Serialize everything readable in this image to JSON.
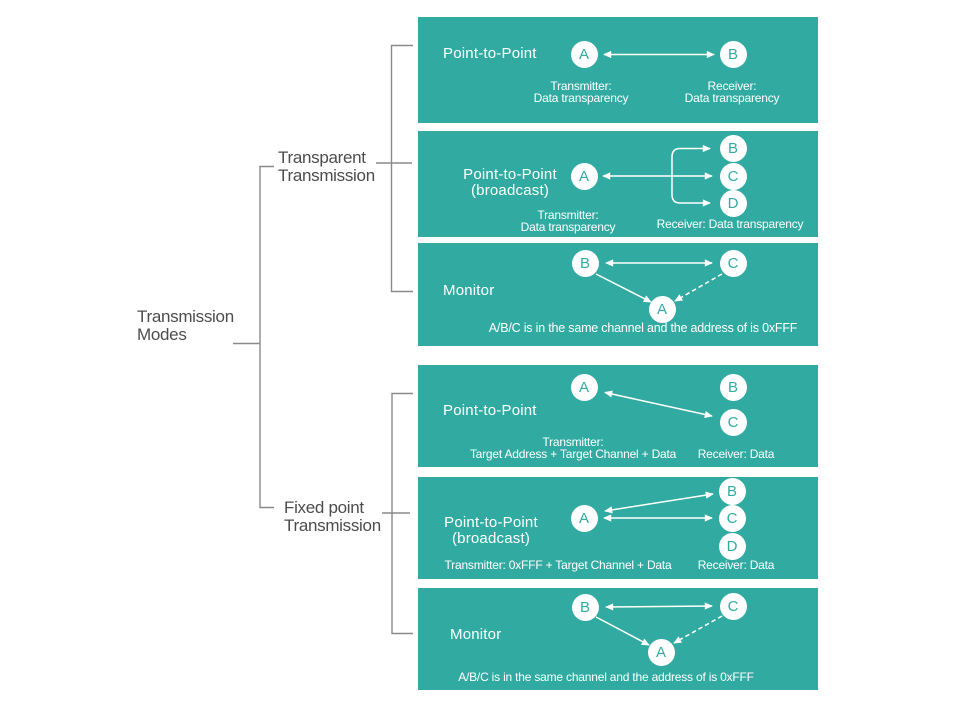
{
  "colors": {
    "panel_teal": "#31aba1",
    "tree_line": "#8a8a8a",
    "label_text": "#4c4c4c",
    "panel_text": "#ffffff"
  },
  "tree": {
    "root_label": "Transmission Modes",
    "branch_top_label": "Transparent Transmission",
    "branch_bottom_label": "Fixed point Transmission"
  },
  "panels": [
    {
      "title": "Point-to-Point",
      "nodes": [
        "A",
        "B"
      ],
      "tx_line1": "Transmitter:",
      "tx_line2": "Data transparency",
      "rx_line1": "Receiver:",
      "rx_line2": "Data transparency"
    },
    {
      "title": "Point-to-Point",
      "subtitle": "(broadcast)",
      "nodes": [
        "A",
        "B",
        "C",
        "D"
      ],
      "tx_line1": "Transmitter:",
      "tx_line2": "Data transparency",
      "rx": "Receiver: Data transparency"
    },
    {
      "title": "Monitor",
      "nodes": [
        "B",
        "C",
        "A"
      ],
      "note": "A/B/C is in the same channel and the address of is 0xFFF"
    },
    {
      "title": "Point-to-Point",
      "nodes": [
        "A",
        "B",
        "C"
      ],
      "tx_line1": "Transmitter:",
      "tx_line2": "Target Address + Target Channel + Data",
      "rx": "Receiver: Data"
    },
    {
      "title": "Point-to-Point",
      "subtitle": "(broadcast)",
      "nodes": [
        "A",
        "B",
        "C",
        "D"
      ],
      "tx": "Transmitter: 0xFFF + Target Channel + Data",
      "rx": "Receiver: Data"
    },
    {
      "title": "Monitor",
      "nodes": [
        "B",
        "C",
        "A"
      ],
      "note": "A/B/C is in the same channel and the address of is 0xFFF"
    }
  ]
}
